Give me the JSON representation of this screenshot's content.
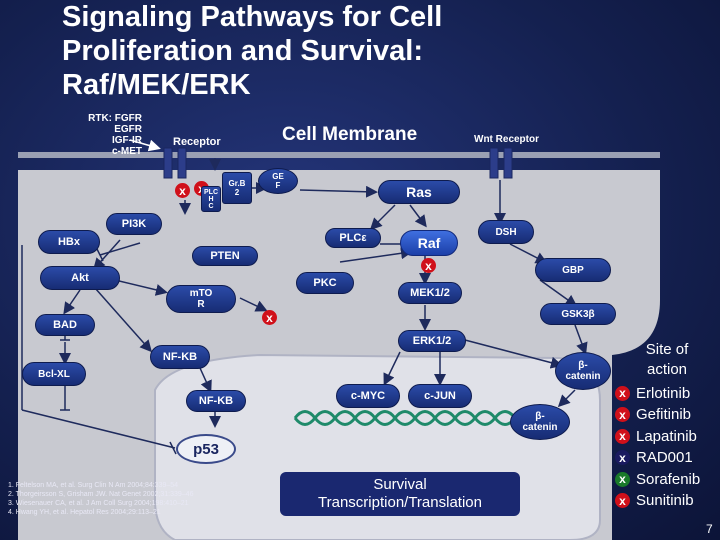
{
  "title": [
    "Signaling Pathways for Cell",
    "Proliferation and Survival:",
    "Raf/MEK/ERK"
  ],
  "rtk_list": [
    "RTK: FGFR",
    "EGFR",
    "IGF-IR",
    "c-MET"
  ],
  "membrane_label": "Cell Membrane",
  "receptor_label": "Receptor",
  "wnt_label": "Wnt Receptor",
  "inhibitor_mark": "x",
  "nodes": {
    "plch": "PLC\nH\nC",
    "grb2": "Gr.B\n2",
    "gef": "GE\nF",
    "ras": "Ras",
    "pi3k": "PI3K",
    "hbx": "HBx",
    "plce": "PLCε",
    "raf": "Raf",
    "dsh": "DSH",
    "pten": "PTEN",
    "gbp": "GBP",
    "akt": "Akt",
    "pkc": "PKC",
    "mek": "MEK1/2",
    "mtor": "mTO\nR",
    "gsk": "GSK3β",
    "bad": "BAD",
    "erk": "ERK1/2",
    "nfkb1": "NF-KB",
    "bclxl": "Bcl-XL",
    "catenin1": "β-\ncatenin",
    "nfkb2": "NF-KB",
    "cmyc": "c-MYC",
    "cjun": "c-JUN",
    "catenin2": "β-\ncatenin",
    "p53": "p53"
  },
  "survival": "Survival\nTranscription/Translation",
  "legend": {
    "title": "Site of\naction",
    "items": [
      "Erlotinib",
      "Gefitinib",
      "Lapatinib",
      "RAD001",
      "Sorafenib",
      "Sunitinib"
    ],
    "colors": [
      "#d0101a",
      "#d0101a",
      "#d0101a",
      "#1a1a60",
      "#1a7a2a",
      "#d0101a"
    ]
  },
  "references": [
    "1. Feltelson MA, et al. Surg Clin N Am 2004;84:339–54",
    "2. Thorgeirsson S, Grisham JW. Nat Genet 2002;31:339–46",
    "3. Wiesenauer CA, et al. J Am Coll Surg 2004;198:410–21",
    "4. Hwang YH, et al. Hepatol Res 2004;29:113–21"
  ],
  "page_number": "7",
  "colors": {
    "cell": "#c8c9d0",
    "nucleus": "#e0e1e8",
    "inhibitor": "#d0101a"
  }
}
